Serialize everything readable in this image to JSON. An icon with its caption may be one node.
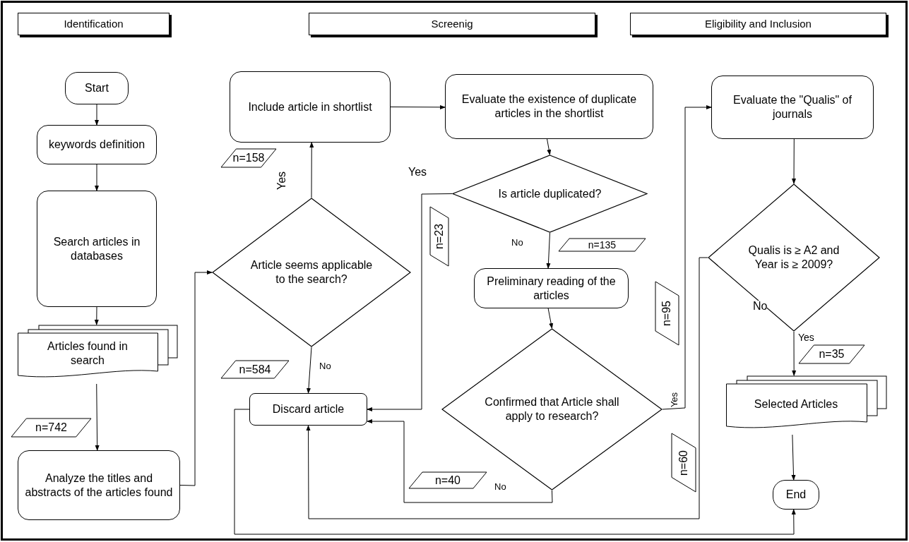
{
  "diagram": {
    "nodes": [
      {
        "text": [
          "Identification"
        ]
      },
      {
        "text": [
          "Screenig"
        ]
      },
      {
        "text": [
          "Eligibility and Inclusion"
        ]
      },
      {
        "text": [
          "Start"
        ]
      },
      {
        "text": [
          "keywords definition"
        ]
      },
      {
        "text": [
          "Search articles in databases"
        ]
      },
      {
        "text": [
          "Articles found in search"
        ]
      },
      {
        "text": [
          "Analyze the titles and abstracts of the articles found"
        ]
      },
      {
        "text": [
          "Article seems applicable to the search?"
        ]
      },
      {
        "text": [
          "Include article in shortlist"
        ]
      },
      {
        "text": [
          "Evaluate the existence of duplicate articles in the shortlist"
        ]
      },
      {
        "text": [
          "Is article duplicated?"
        ]
      },
      {
        "text": [
          "Preliminary reading of the articles"
        ]
      },
      {
        "text": [
          "Confirmed that Article shall apply to research?"
        ]
      },
      {
        "text": [
          "Discard article"
        ]
      },
      {
        "text": [
          "Evaluate the \"Qualis\" of journals"
        ]
      },
      {
        "text": [
          "Qualis is ≥ A2 and Year is ≥ 2009?"
        ]
      },
      {
        "text": [
          "Selected Articles"
        ]
      },
      {
        "text": [
          "End"
        ]
      },
      {
        "text": [
          "n=158"
        ]
      },
      {
        "text": [
          "n=584"
        ]
      },
      {
        "text": [
          "n=742"
        ]
      },
      {
        "text": [
          "n=23"
        ]
      },
      {
        "text": [
          "n=135"
        ]
      },
      {
        "text": [
          "n=95"
        ]
      },
      {
        "text": [
          "n=40"
        ]
      },
      {
        "text": [
          "n=60"
        ]
      },
      {
        "text": [
          "n=35"
        ]
      }
    ],
    "edges": [
      {
        "from": 3,
        "to": 4,
        "arrow": "to"
      },
      {
        "from": 4,
        "to": 5,
        "arrow": "to"
      },
      {
        "from": 5,
        "to": 6,
        "arrow": "to"
      },
      {
        "from": 6,
        "to": 7,
        "arrow": "to"
      },
      {
        "from": 7,
        "to": 8,
        "arrow": "to"
      },
      {
        "from": 8,
        "to": 9,
        "arrow": "to",
        "label": "Yes"
      },
      {
        "from": 8,
        "to": 14,
        "arrow": "to",
        "label": "No"
      },
      {
        "from": 9,
        "to": 10,
        "arrow": "to"
      },
      {
        "from": 10,
        "to": 11,
        "arrow": "to"
      },
      {
        "from": 11,
        "to": 14,
        "arrow": "to",
        "label": "Yes"
      },
      {
        "from": 11,
        "to": 12,
        "arrow": "to",
        "label": "No"
      },
      {
        "from": 12,
        "to": 13,
        "arrow": "to"
      },
      {
        "from": 13,
        "to": 15,
        "arrow": "to",
        "label": "Yes"
      },
      {
        "from": 13,
        "to": 14,
        "arrow": "to",
        "label": "No"
      },
      {
        "from": 15,
        "to": 16,
        "arrow": "to"
      },
      {
        "from": 16,
        "to": 14,
        "arrow": "to",
        "label": "No"
      },
      {
        "from": 16,
        "to": 17,
        "arrow": "to",
        "label": "Yes"
      },
      {
        "from": 17,
        "to": 18,
        "arrow": "to"
      },
      {
        "from": 14,
        "to": 18,
        "arrow": "to"
      }
    ]
  }
}
